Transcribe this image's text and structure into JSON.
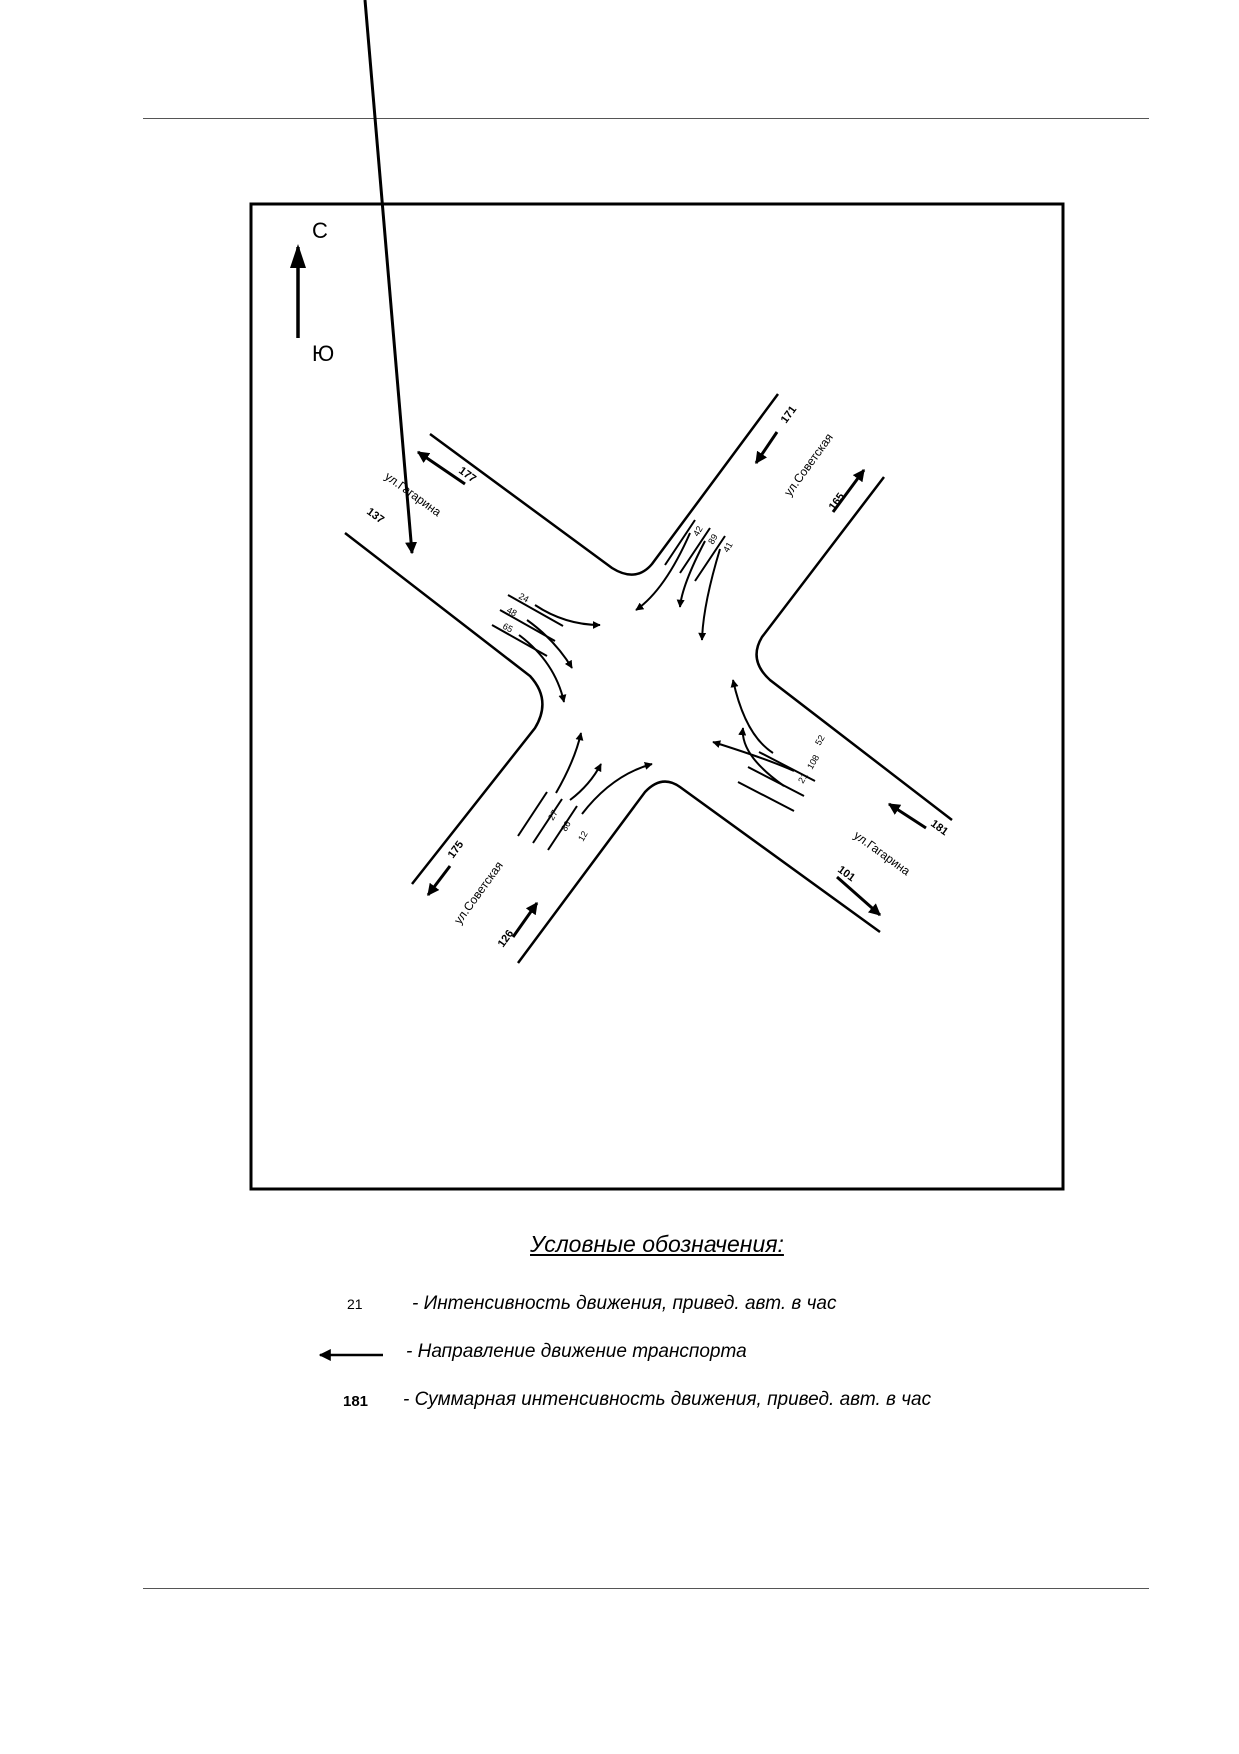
{
  "compass": {
    "north": "С",
    "south": "Ю"
  },
  "streets": {
    "gagarina_nw": "ул.Гагарина",
    "gagarina_se": "ул.Гагарина",
    "sovetskaya_ne": "ул.Советская",
    "sovetskaya_sw": "ул.Советская"
  },
  "totals": {
    "nw_out": "177",
    "nw_in": "137",
    "ne_in": "171",
    "ne_out": "165",
    "se_in": "181",
    "se_out": "101",
    "sw_out": "175",
    "sw_in": "126"
  },
  "movements": {
    "west": [
      "24",
      "48",
      "65"
    ],
    "north": [
      "42",
      "89",
      "41"
    ],
    "east": [
      "52",
      "108",
      "21"
    ],
    "south": [
      "27",
      "86",
      "12"
    ]
  },
  "legend": {
    "title": "Условные обозначения:",
    "item1_sample": "21",
    "item1_text": "- Интенсивность движения, привед. авт. в час",
    "item2_text": "- Направление движение транспорта",
    "item3_sample": "181",
    "item3_text": "- Суммарная интенсивность движения, привед. авт. в час"
  },
  "colors": {
    "ink": "#000000",
    "rule": "#555555",
    "paper": "#ffffff"
  }
}
